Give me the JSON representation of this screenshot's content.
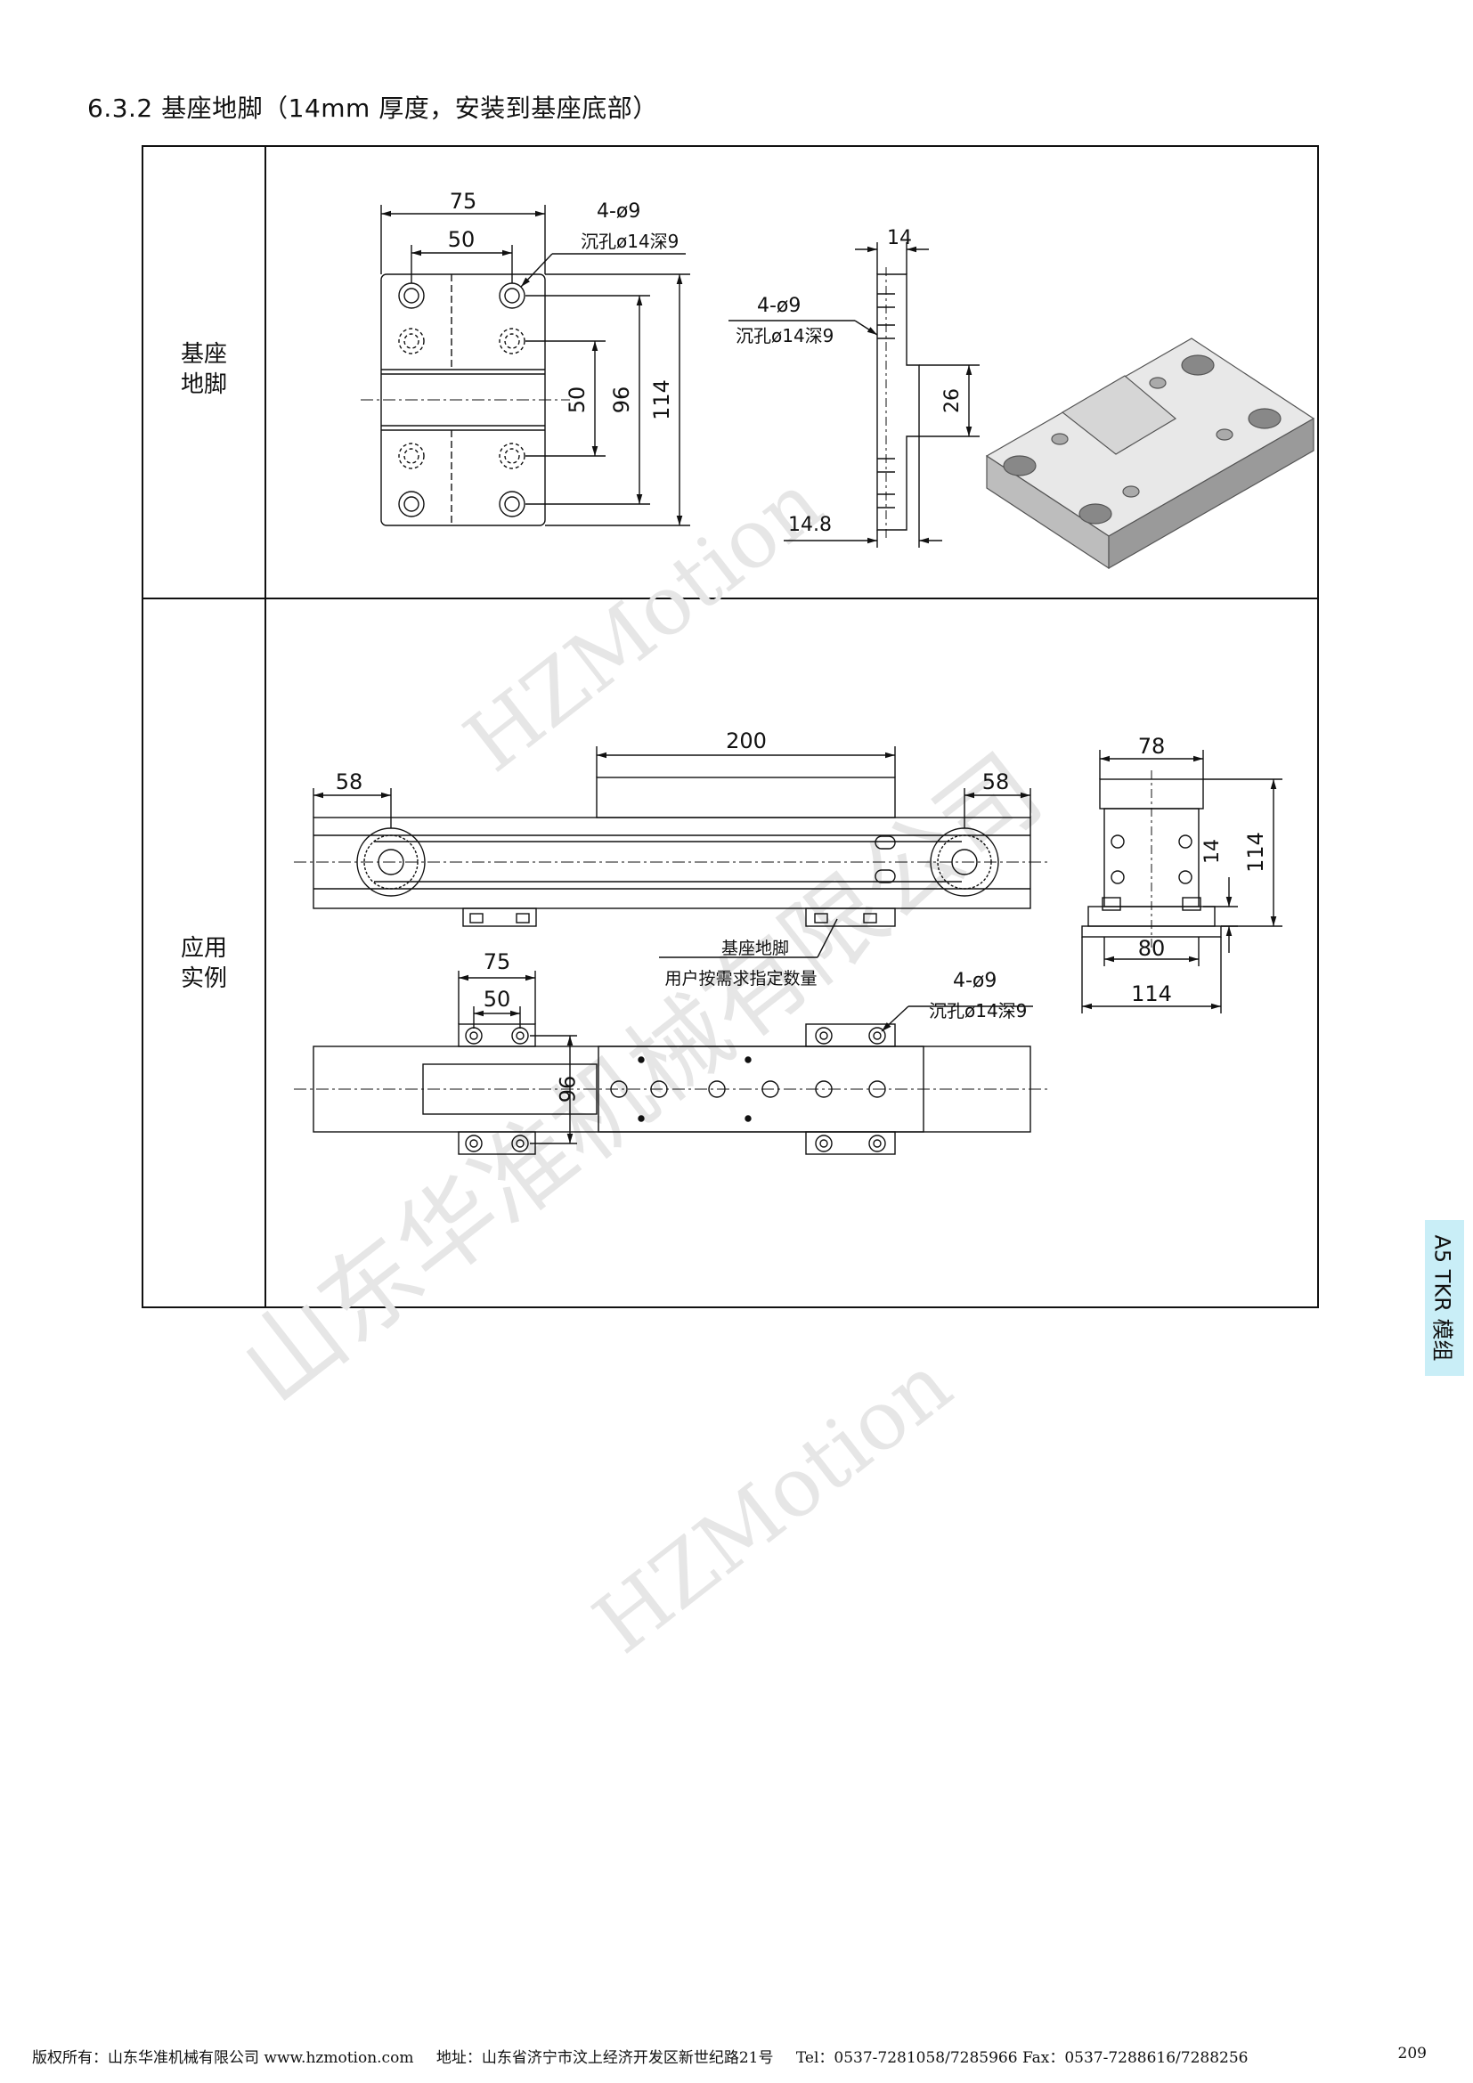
{
  "section": {
    "title": "6.3.2  基座地脚（14mm 厚度，安装到基座底部）"
  },
  "rows": [
    {
      "label_line1": "基座",
      "label_line2": "地脚"
    },
    {
      "label_line1": "应用",
      "label_line2": "实例"
    }
  ],
  "drawing1": {
    "dim_width_outer": "75",
    "dim_width_inner": "50",
    "dim_height_50": "50",
    "dim_height_96": "96",
    "dim_height_114": "114",
    "hole_spec_line1": "4-ø9",
    "hole_spec_line2": "沉孔ø14深9",
    "side_dim_top": "14",
    "side_hole_line1": "4-ø9",
    "side_hole_line2": "沉孔ø14深9",
    "side_dim_26": "26",
    "side_dim_bottom": "14.8"
  },
  "drawing2": {
    "dim_200": "200",
    "dim_58_left": "58",
    "dim_58_right": "58",
    "dim_75": "75",
    "dim_50": "50",
    "dim_96": "96",
    "callout_line1": "基座地脚",
    "callout_line2": "用户按需求指定数量",
    "hole_spec_line1": "4-ø9",
    "hole_spec_line2": "沉孔ø14深9",
    "end_dim_78": "78",
    "end_dim_14": "14",
    "end_dim_114_v": "114",
    "end_dim_80": "80",
    "end_dim_114_h": "114"
  },
  "watermark": {
    "brand": "HZMotion",
    "company": "山东华准机械有限公司"
  },
  "side_tab": {
    "label": "A5 TKR 模组"
  },
  "footer": {
    "copyright": "版权所有：山东华准机械有限公司 www.hzmotion.com",
    "address": "地址：山东省济宁市汶上经济开发区新世纪路21号",
    "tel": "Tel：0537-7281058/7285966 Fax：0537-7288616/7288256",
    "page": "209"
  }
}
